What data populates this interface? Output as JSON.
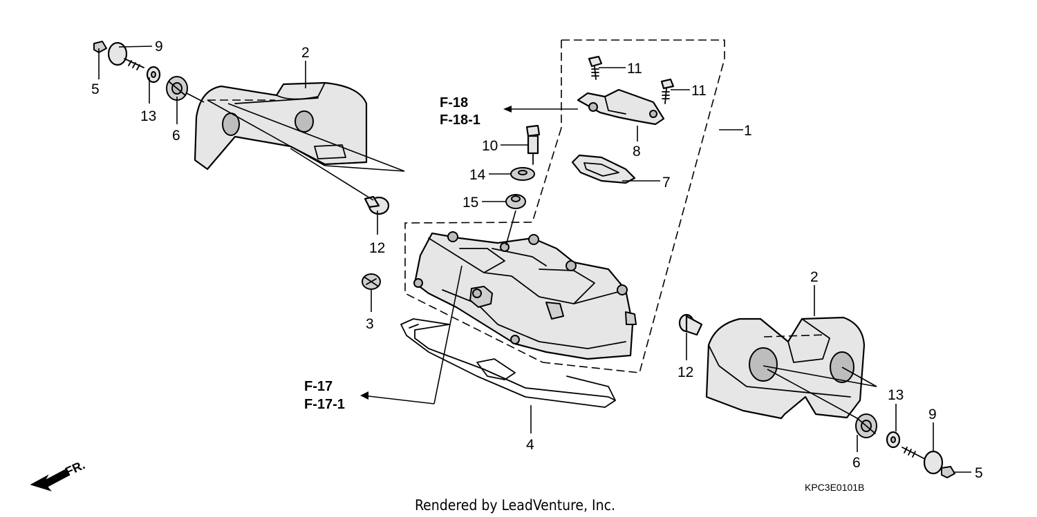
{
  "diagram": {
    "callouts": {
      "c1": "1",
      "c2_left": "2",
      "c2_right": "2",
      "c3": "3",
      "c4": "4",
      "c5_left": "5",
      "c5_right": "5",
      "c6_left": "6",
      "c6_right": "6",
      "c7": "7",
      "c8": "8",
      "c9_left": "9",
      "c9_right": "9",
      "c10": "10",
      "c11_a": "11",
      "c11_b": "11",
      "c12_left": "12",
      "c12_right": "12",
      "c13_left": "13",
      "c13_right": "13",
      "c14": "14",
      "c15": "15"
    },
    "references": {
      "f18": "F-18",
      "f18_1": "F-18-1",
      "f17": "F-17",
      "f17_1": "F-17-1"
    },
    "direction_label": "FR.",
    "diagram_code": "KPC3E0101B",
    "credit": "Rendered by LeadVenture, Inc."
  }
}
